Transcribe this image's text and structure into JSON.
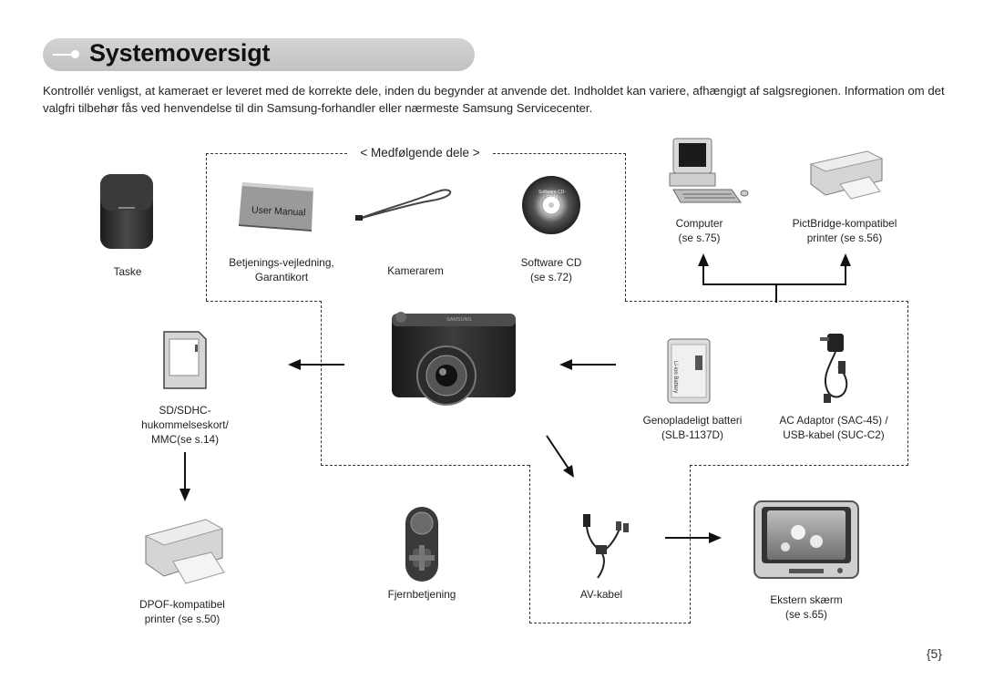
{
  "page": {
    "title": "Systemoversigt",
    "intro": "Kontrollér venligst, at kameraet er leveret med de korrekte dele, inden du begynder at anvende det. Indholdet kan variere, afhængigt af salgsregionen. Information om det valgfri tilbehør fås ved henvendelse til din Samsung-forhandler eller nærmeste Samsung Servicecenter.",
    "included_header": "< Medfølgende dele >",
    "page_number": "{5}"
  },
  "items": {
    "case": {
      "line1": "Taske"
    },
    "manual": {
      "line1": "Betjenings-vejledning,",
      "line2": "Garantikort",
      "cover_text": "User Manual"
    },
    "strap": {
      "line1": "Kamerarem"
    },
    "cd": {
      "line1": "Software CD",
      "line2": "(se s.72)",
      "disc_text": "Software CD-ROM"
    },
    "computer": {
      "line1": "Computer",
      "line2": "(se s.75)"
    },
    "pictbridge": {
      "line1": "PictBridge-kompatibel",
      "line2": "printer (se s.56)"
    },
    "sdcard": {
      "line1": "SD/SDHC-hukommelseskort/",
      "line2": "MMC(se s.14)"
    },
    "battery": {
      "line1": "Genopladeligt batteri",
      "line2": "(SLB-1137D)",
      "cell_text": "Li-ion Battery"
    },
    "adaptor": {
      "line1": "AC Adaptor (SAC-45) /",
      "line2": "USB-kabel (SUC-C2)"
    },
    "dpof": {
      "line1": "DPOF-kompatibel",
      "line2": "printer (se s.50)"
    },
    "remote": {
      "line1": "Fjernbetjening"
    },
    "avcable": {
      "line1": "AV-kabel"
    },
    "monitor": {
      "line1": "Ekstern skærm",
      "line2": "(se s.65)"
    },
    "camera": {
      "brand": "SAMSUNG"
    }
  }
}
